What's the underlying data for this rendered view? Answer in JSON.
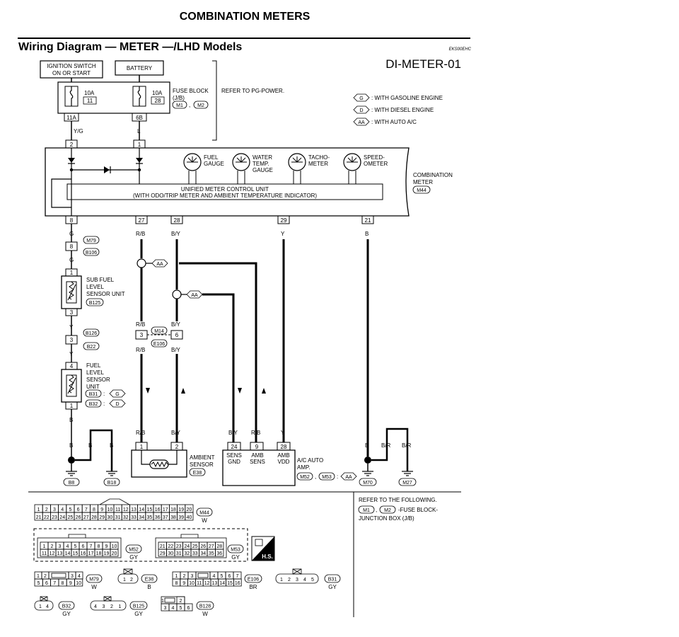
{
  "page": {
    "title": "COMBINATION METERS",
    "section_title": "Wiring Diagram — METER —/LHD Models",
    "code": "EKS00EHC",
    "diagram_id": "DI-METER-01"
  },
  "power": {
    "ignition_line1": "IGNITION SWITCH",
    "ignition_line2": "ON OR START",
    "battery": "BATTERY",
    "fuse1_amp": "10A",
    "fuse1_no": "11",
    "fuse1_term": "11A",
    "fuse2_amp": "10A",
    "fuse2_no": "28",
    "fuse2_term": "6B",
    "fuse_block_l1": "FUSE BLOCK",
    "fuse_block_l2": "(J/B)",
    "fuse_m1": "M1",
    "fuse_m2": "M2",
    "refer": "REFER TO PG-POWER."
  },
  "legend": [
    {
      "code": "G",
      "text": ": WITH GASOLINE ENGINE"
    },
    {
      "code": "D",
      "text": ": WITH DIESEL ENGINE"
    },
    {
      "code": "AA",
      "text": ": WITH AUTO A/C"
    }
  ],
  "meter": {
    "gauges": [
      {
        "l1": "FUEL",
        "l2": "GAUGE",
        "l3": ""
      },
      {
        "l1": "WATER",
        "l2": "TEMP.",
        "l3": "GAUGE"
      },
      {
        "l1": "TACHO-",
        "l2": "METER",
        "l3": ""
      },
      {
        "l1": "SPEED-",
        "l2": "OMETER",
        "l3": ""
      }
    ],
    "unit_l1": "UNIFIED METER CONTROL UNIT",
    "unit_l2": "(WITH ODO/TRIP METER AND AMBIENT TEMPERATURE INDICATOR)",
    "label_l1": "COMBINATION",
    "label_l2": "METER",
    "connector": "M44",
    "top_pins": [
      "2",
      "1"
    ],
    "bottom_pins": [
      "8",
      "27",
      "28",
      "29",
      "21"
    ]
  },
  "wires": {
    "yg": "Y/G",
    "l": "L",
    "g1": "G",
    "g2": "G",
    "rb": "R/B",
    "by": "B/Y",
    "y": "Y",
    "b": "B",
    "y1": "Y",
    "y2": "Y",
    "b_fuel": "B",
    "b_gnd1": "B",
    "b_gnd2": "B",
    "b_gnd3": "B",
    "br1": "B/R",
    "br2": "B/R",
    "rb_m14a": "R/B",
    "rb_m14b": "R/B",
    "by_m14a": "B/Y",
    "by_m14b": "B/Y",
    "rb_bot": "R/B",
    "by_bot": "B/Y",
    "ac_by": "B/Y",
    "ac_rb": "R/B",
    "ac_y": "Y"
  },
  "left_chain": {
    "m79_pin": "8",
    "m79": "M79",
    "b106": "B106",
    "sub_pin_top": "1",
    "sub_pin_bot": "3",
    "sub_l1": "SUB FUEL",
    "sub_l2": "LEVEL",
    "sub_l3": "SENSOR UNIT",
    "b125": "B125",
    "b126_pin": "3",
    "b126": "B126",
    "b22": "B22",
    "fuel_pin_top": "4",
    "fuel_pin_bot": "1",
    "fuel_l1": "FUEL",
    "fuel_l2": "LEVEL",
    "fuel_l3": "SENSOR",
    "fuel_l4": "UNIT",
    "b31": "B31",
    "b31_tag": "G",
    "b32": "B32",
    "b32_tag": "D"
  },
  "middle": {
    "aa": "AA",
    "m14_pin_a": "3",
    "m14_pin_b": "6",
    "m14": "M14",
    "e106": "E106",
    "amb_pin1": "1",
    "amb_pin2": "2",
    "amb_l1": "AMBIENT",
    "amb_l2": "SENSOR",
    "e38": "E38"
  },
  "ac": {
    "pins": [
      "24",
      "9",
      "28"
    ],
    "p1_l1": "SENS",
    "p1_l2": "GND",
    "p2_l1": "AMB",
    "p2_l2": "SENS",
    "p3_l1": "AMB",
    "p3_l2": "VDD",
    "l1": "A/C AUTO",
    "l2": "AMP.",
    "m52": "M52",
    "m53": "M53",
    "aa": "AA"
  },
  "grounds": {
    "b8": "B8",
    "b18": "B18",
    "m70": "M70",
    "m27": "M27"
  },
  "connectors": {
    "m44": "M44",
    "m44_color": "W",
    "m52": "M52",
    "m52_color": "GY",
    "m53": "M53",
    "m53_color": "GY",
    "hs": "H.S.",
    "m79": "M79",
    "m79_color": "W",
    "e38": "E38",
    "e38_color": "B",
    "e106": "E106",
    "e106_color": "BR",
    "b31": "B31",
    "b31_color": "GY",
    "b32": "B32",
    "b32_color": "GY",
    "b125": "B125",
    "b125_color": "GY",
    "b128": "B128",
    "b128_color": "W"
  },
  "refer_box": {
    "line1": "REFER TO THE FOLLOWING.",
    "m1": "M1",
    "m2": "M2",
    "line2_suffix": "-FUSE BLOCK-",
    "line3": "JUNCTION BOX (J/B)"
  }
}
